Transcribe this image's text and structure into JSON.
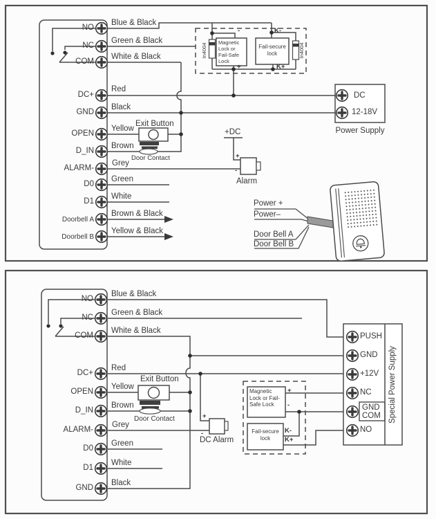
{
  "top_panel": {
    "terminals": [
      {
        "label": "NO",
        "wire": "Blue & Black"
      },
      {
        "label": "NC",
        "wire": "Green & Black"
      },
      {
        "label": "COM",
        "wire": "White & Black"
      },
      {
        "label": "DC+",
        "wire": "Red"
      },
      {
        "label": "GND",
        "wire": "Black"
      },
      {
        "label": "OPEN",
        "wire": "Yellow"
      },
      {
        "label": "D_IN",
        "wire": "Brown"
      },
      {
        "label": "ALARM-",
        "wire": "Grey"
      },
      {
        "label": "D0",
        "wire": "Green"
      },
      {
        "label": "D1",
        "wire": "White"
      },
      {
        "label": "Doorbell A",
        "wire": "Brown & Black"
      },
      {
        "label": "Doorbell B",
        "wire": "Yellow & Black"
      }
    ],
    "exit_button_label": "Exit Button",
    "door_contact_label": "Door Contact",
    "magnetic_lock_label": "Magnetic Lock or Fail-Safe Lock",
    "fail_secure_label": "Fail-secure lock",
    "diode_left": "In4004",
    "diode_right": "In4004",
    "lock_minus": "-",
    "lock_plus": "+",
    "k_minus": "K-",
    "k_plus": "K+",
    "alarm_dc_label": "+DC",
    "alarm_plus": "+",
    "alarm_minus": "-",
    "alarm_label": "Alarm",
    "power_supply": {
      "terminal1": "DC",
      "terminal2": "12-18V",
      "caption": "Power Supply"
    },
    "doorbell": {
      "power_plus": "Power +",
      "power_minus": "Power–",
      "bell_a": "Door Bell A",
      "bell_b": "Door Bell B"
    }
  },
  "bottom_panel": {
    "terminals": [
      {
        "label": "NO",
        "wire": "Blue & Black"
      },
      {
        "label": "NC",
        "wire": "Green & Black"
      },
      {
        "label": "COM",
        "wire": "White & Black"
      },
      {
        "label": "DC+",
        "wire": "Red"
      },
      {
        "label": "OPEN",
        "wire": "Yellow"
      },
      {
        "label": "D_IN",
        "wire": "Brown"
      },
      {
        "label": "ALARM-",
        "wire": "Grey"
      },
      {
        "label": "D0",
        "wire": "Green"
      },
      {
        "label": "D1",
        "wire": "White"
      },
      {
        "label": "GND",
        "wire": "Black"
      }
    ],
    "exit_button_label": "Exit Button",
    "door_contact_label": "Door Contact",
    "dc_alarm_plus": "+",
    "dc_alarm_minus": "-",
    "dc_alarm_label": "DC Alarm",
    "magnetic_lock_label": "Magnetic Lock or Fail-Safe Lock",
    "fail_secure_label": "Fail-secure lock",
    "lock_plus": "+",
    "lock_minus": "-",
    "k_minus": "K-",
    "k_plus": "K+",
    "psu": {
      "push": "PUSH",
      "gnd": "GND",
      "v12": "+12V",
      "nc": "NC",
      "gnd2": "GND",
      "com": "COM",
      "no": "NO",
      "caption": "Special Power Supply"
    }
  },
  "colors": {
    "line": "#4a4a4a",
    "text": "#383838",
    "cable": "#9a9a9a"
  }
}
